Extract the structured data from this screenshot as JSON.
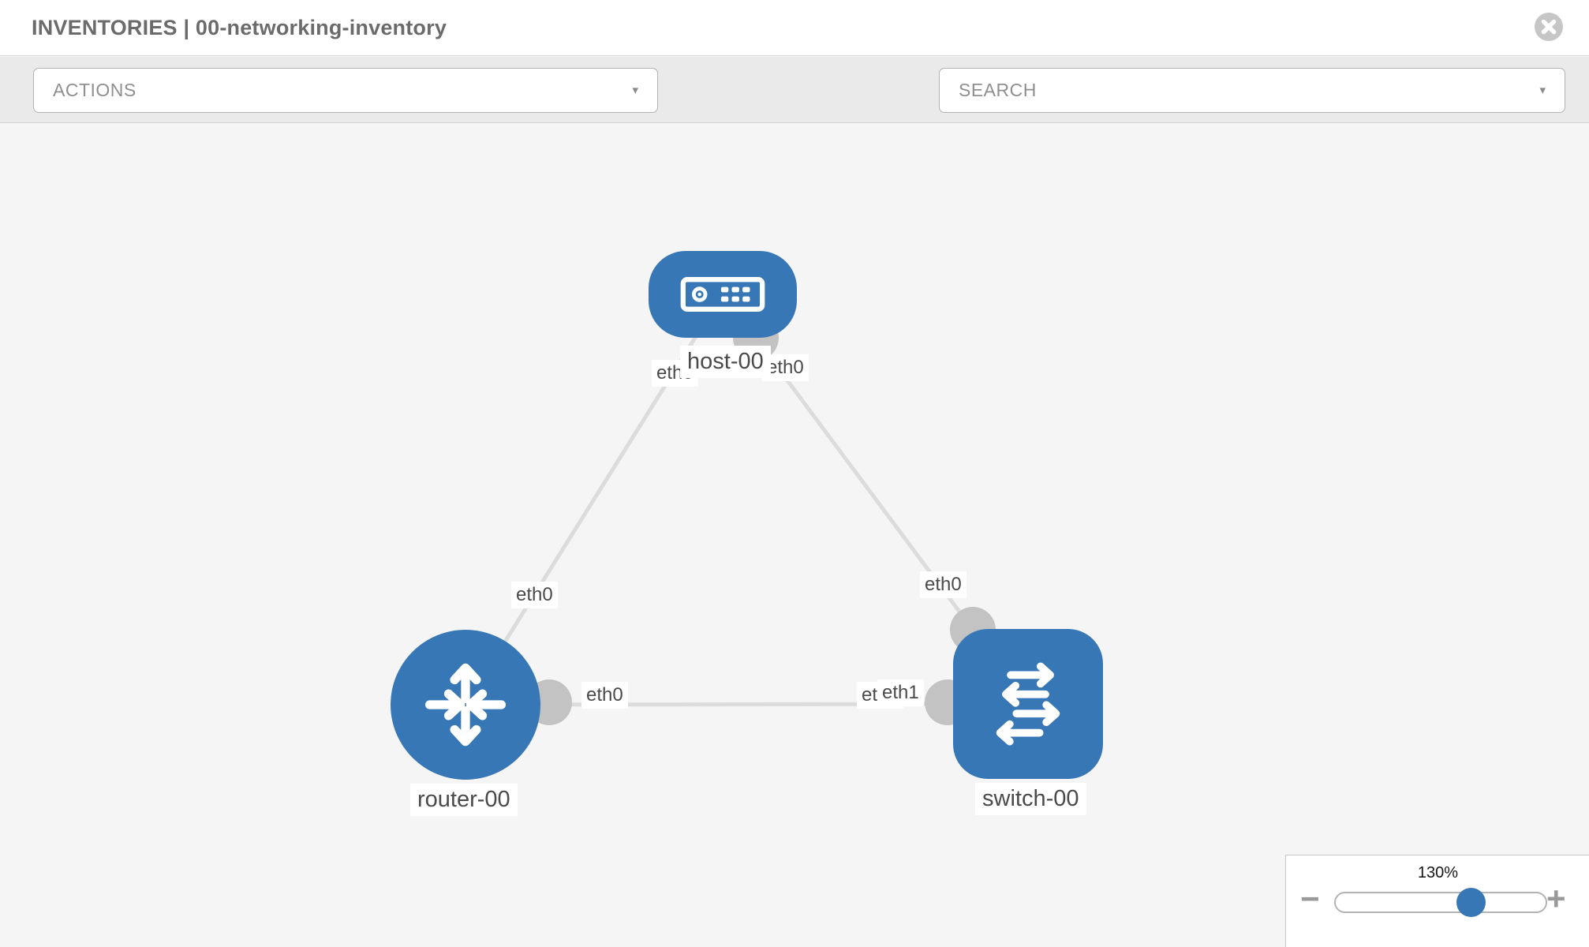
{
  "header": {
    "title": "INVENTORIES | 00-networking-inventory"
  },
  "toolbar": {
    "actions_label": "ACTIONS",
    "search_label": "SEARCH",
    "caret": "▾"
  },
  "topology": {
    "nodes": [
      {
        "name": "host-00",
        "type": "host"
      },
      {
        "name": "router-00",
        "type": "router"
      },
      {
        "name": "switch-00",
        "type": "switch"
      }
    ],
    "links": [
      {
        "from": "host-00",
        "from_interface": "eth0",
        "to": "router-00",
        "to_interface": "eth0"
      },
      {
        "from": "host-00",
        "from_interface": "eth0",
        "to": "switch-00",
        "to_interface": "eth0"
      },
      {
        "from": "router-00",
        "from_interface": "eth0",
        "to": "switch-00",
        "to_interface": "eth1"
      }
    ],
    "interface_labels": {
      "host_left": "eth0",
      "host_right": "eth0",
      "router_top": "eth0",
      "router_right": "eth0",
      "switch_top": "eth0",
      "switch_left_back": "eth0",
      "switch_left_front": "eth1"
    }
  },
  "zoom_control": {
    "level": "130%",
    "minus": "−",
    "plus": "+"
  },
  "icons": [
    "close-icon",
    "wrench-icon",
    "key-icon",
    "caret-down-icon",
    "host-icon",
    "router-icon",
    "switch-icon"
  ],
  "colors": {
    "node_blue": "#3877b6",
    "link_gray": "#dcdcdc",
    "interface_point_gray": "#c3c3c3",
    "canvas_bg": "#f5f5f5",
    "toolbar_bg": "#eaeaea",
    "title_gray": "#6b6b6b"
  }
}
